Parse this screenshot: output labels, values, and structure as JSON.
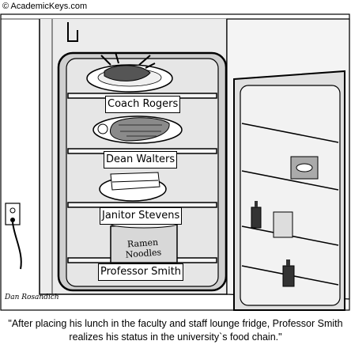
{
  "copyright": "© AcademicKeys.com",
  "labels": {
    "shelf1": "Coach Rogers",
    "shelf2": "Dean Walters",
    "shelf3": "Janitor Stevens",
    "shelf4": "Professor Smith"
  },
  "noodles": "Ramen Noodles",
  "signature": "Dan Rosandich",
  "caption": "\"After placing his lunch in the faculty and staff lounge fridge, Professor Smith realizes his status in the university`s food chain.\""
}
